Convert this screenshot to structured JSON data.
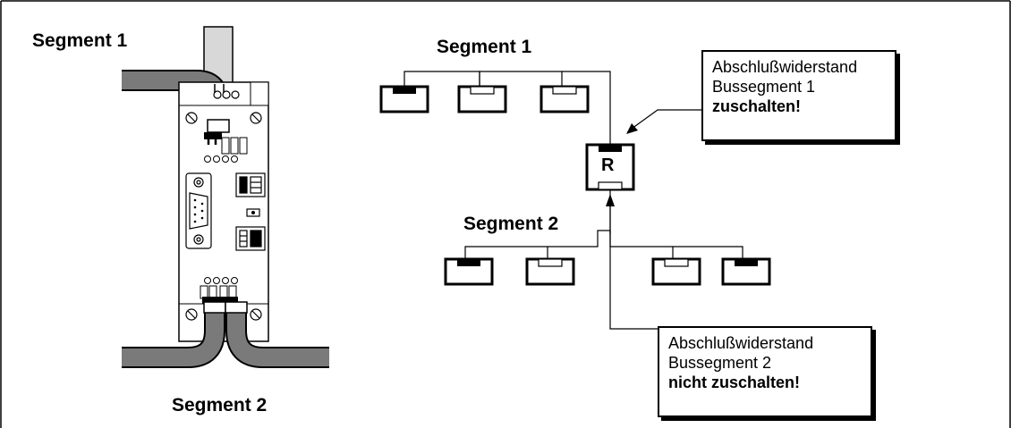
{
  "left_device": {
    "segment1_label": "Segment 1",
    "segment2_label": "Segment 2"
  },
  "topology": {
    "segment1_label": "Segment 1",
    "segment2_label": "Segment 2",
    "repeater_label": "R"
  },
  "callout_top": {
    "line1": "Abschlußwiderstand",
    "line2": "Bussegment 1",
    "line3": "zuschalten!"
  },
  "callout_bottom": {
    "line1": "Abschlußwiderstand",
    "line2": "Bussegment 2",
    "line3": "nicht zuschalten!"
  }
}
